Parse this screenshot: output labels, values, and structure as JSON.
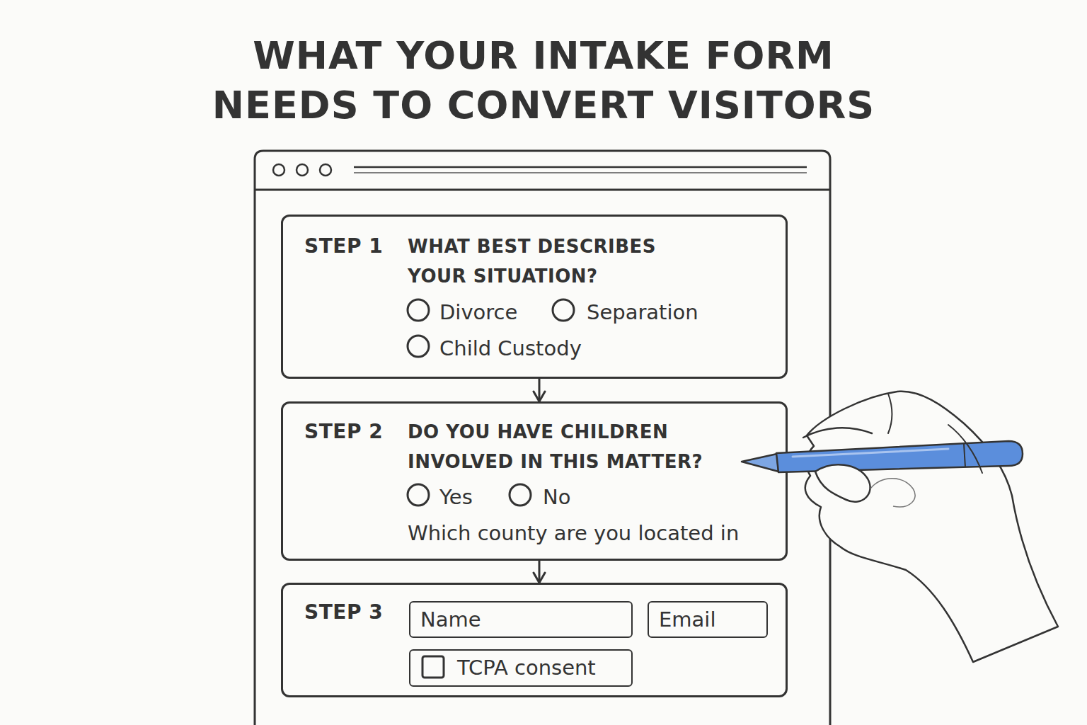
{
  "diagram": {
    "title": "WHAT YOUR INTAKE FORM NEEDS TO CONVERT VISITORS",
    "nodes": [
      {
        "text": [
          "STEP 1",
          "WHAT BEST DESCRIBES YOUR SITUATION?",
          "Divorce",
          "Separation",
          "Child Custody"
        ]
      },
      {
        "text": [
          "STEP 2",
          "DO YOU HAVE CHILDREN INVOLVED IN THIS MATTER?",
          "Yes",
          "No",
          "Which county are you located in"
        ]
      },
      {
        "text": [
          "STEP 3"
        ]
      },
      {
        "text": [
          "Name"
        ],
        "in": 2
      },
      {
        "text": [
          "Email"
        ],
        "in": 2
      },
      {
        "text": [
          "TCPA consent"
        ],
        "in": 2
      }
    ],
    "edges": [
      {
        "from": 0,
        "to": 1,
        "arrow": "to"
      },
      {
        "from": 1,
        "to": 2,
        "arrow": "to"
      }
    ]
  }
}
